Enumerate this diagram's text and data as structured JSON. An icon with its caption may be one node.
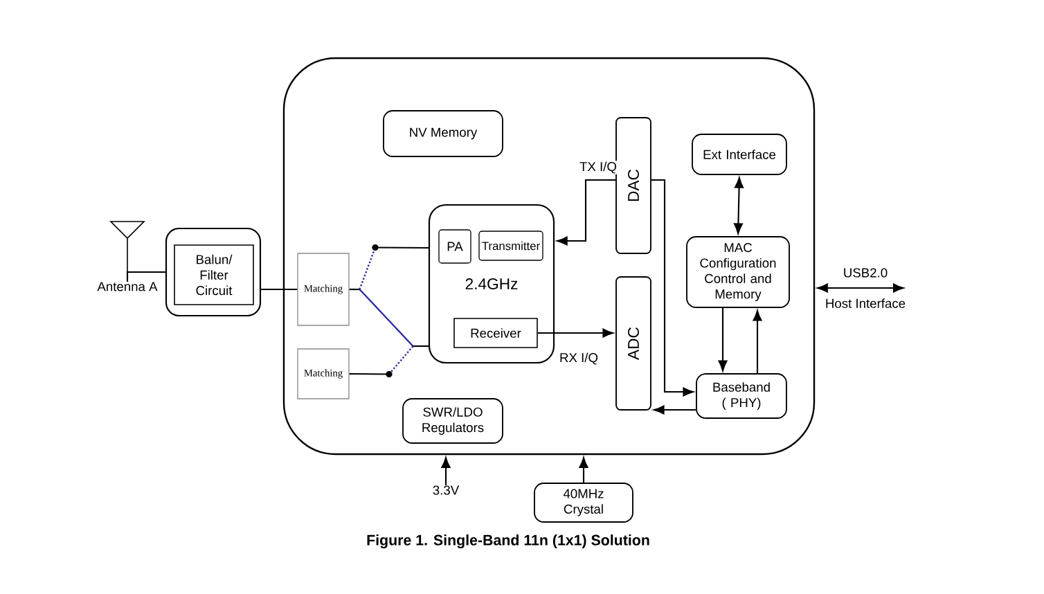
{
  "diagram": {
    "caption": "Figure 1. Single-Band 11n (1x1) Solution",
    "nodes": [
      {
        "text": [],
        "shape": "box"
      },
      {
        "text": [
          "Antenna A"
        ]
      },
      {
        "text": [],
        "shape": "box"
      },
      {
        "text": [
          "Balun/ Filter Circuit"
        ],
        "in": 2
      },
      {
        "text": [
          "Matching"
        ],
        "in": 0
      },
      {
        "text": [
          "Matching"
        ],
        "in": 0
      },
      {
        "text": [
          "2.4GHz"
        ],
        "in": 0
      },
      {
        "text": [
          "PA"
        ],
        "in": 6
      },
      {
        "text": [
          "Transmitter"
        ],
        "in": 6
      },
      {
        "text": [
          "Receiver"
        ],
        "in": 6
      },
      {
        "text": [
          "NV Memory"
        ],
        "in": 0
      },
      {
        "text": [
          "DAC"
        ],
        "in": 0
      },
      {
        "text": [
          "ADC"
        ],
        "in": 0
      },
      {
        "text": [
          "Ext Interface"
        ],
        "in": 0
      },
      {
        "text": [
          "MAC Configuration Control and Memory"
        ],
        "in": 0
      },
      {
        "text": [
          "Baseband ( PHY)"
        ],
        "in": 0
      },
      {
        "text": [
          "SWR/LDO Regulators"
        ],
        "in": 0
      },
      {
        "text": [
          "3.3V"
        ]
      },
      {
        "text": [
          "40MHz Crystal"
        ]
      },
      {
        "text": [
          "Host Interface"
        ]
      },
      {
        "text": [],
        "shape": "switch",
        "in": 0
      }
    ],
    "edges": [
      {
        "from": 1,
        "to": 2,
        "arrow": "none"
      },
      {
        "from": 2,
        "to": 4,
        "arrow": "none"
      },
      {
        "from": 4,
        "to": 20,
        "arrow": "none"
      },
      {
        "from": 5,
        "to": 20,
        "arrow": "none"
      },
      {
        "from": 20,
        "to": 6,
        "arrow": "none"
      },
      {
        "from": 11,
        "to": 6,
        "arrow": "to",
        "label": "TX I/Q"
      },
      {
        "from": 9,
        "to": 12,
        "arrow": "to",
        "label": "RX I/Q"
      },
      {
        "from": 11,
        "to": 15,
        "arrow": "to"
      },
      {
        "from": 15,
        "to": 12,
        "arrow": "to"
      },
      {
        "from": 13,
        "to": 14,
        "arrow": "both"
      },
      {
        "from": 14,
        "to": 15,
        "arrow": "to"
      },
      {
        "from": 15,
        "to": 14,
        "arrow": "to"
      },
      {
        "from": 0,
        "to": 19,
        "arrow": "both",
        "label": "USB2.0"
      },
      {
        "from": 17,
        "to": 0,
        "arrow": "to"
      },
      {
        "from": 18,
        "to": 0,
        "arrow": "to"
      },
      {
        "from": 20,
        "to": 6,
        "arrow": "none"
      }
    ]
  }
}
